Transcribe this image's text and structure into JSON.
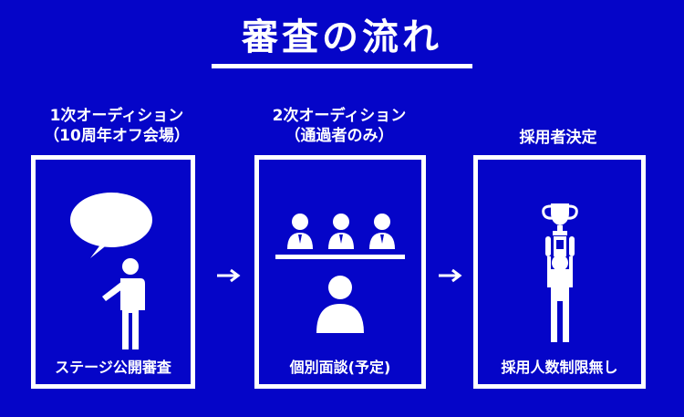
{
  "title": "審査の流れ",
  "steps": [
    {
      "label_line1": "1次オーディション",
      "label_line2": "（10周年オフ会場）",
      "caption": "ステージ公開審査",
      "icon": "speaking-person-icon"
    },
    {
      "label_line1": "2次オーディション",
      "label_line2": "（通過者のみ）",
      "caption": "個別面談(予定)",
      "icon": "interview-panel-icon"
    },
    {
      "label_line1": "採用者決定",
      "label_line2": "",
      "caption": "採用人数制限無し",
      "icon": "trophy-winner-icon"
    }
  ],
  "colors": {
    "background": "#0505c8",
    "foreground": "#ffffff"
  }
}
